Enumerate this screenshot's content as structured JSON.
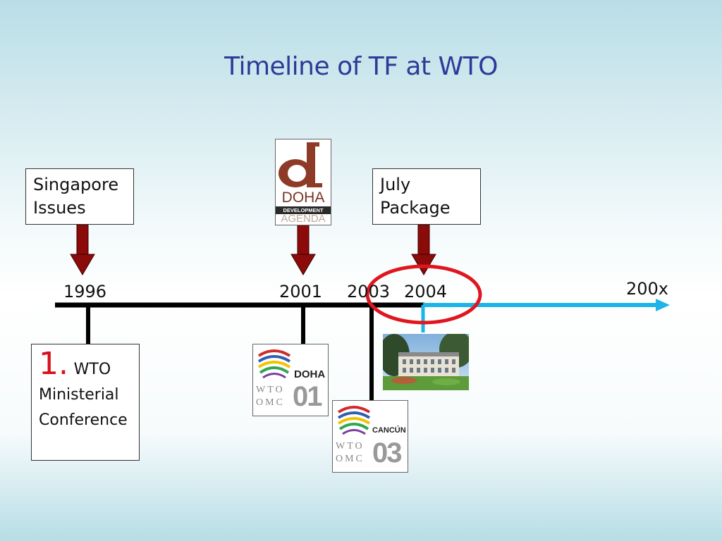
{
  "title": "Timeline of TF at WTO",
  "boxes": {
    "singapore": "Singapore Issues",
    "july": "July Package"
  },
  "years": {
    "y1996": "1996",
    "y2001": "2001",
    "y2003": "2003",
    "y2004": "2004",
    "y200x": "200x"
  },
  "conference": {
    "number": "1.",
    "text": "WTO Ministerial Conference"
  },
  "logos": {
    "doha_agenda": {
      "word": "DOHA",
      "band": "DEVELOPMENT",
      "sub": "AGENDA"
    },
    "doha01": {
      "wto": "WTO",
      "omc": "OMC",
      "event": "DOHA",
      "num": "01"
    },
    "cancun03": {
      "wto": "WTO",
      "omc": "OMC",
      "event": "CANCÚN",
      "num": "03"
    }
  },
  "colors": {
    "title": "#2e3a97",
    "arrow": "#8b0a0a",
    "timeline": "#000000",
    "future": "#1fb4e8",
    "highlight": "#e0161e",
    "conference_number": "#d8101c"
  },
  "icons": {
    "doha_agenda": "doha-development-agenda-logo",
    "doha01": "wto-doha-01-logo",
    "cancun03": "wto-cancun-03-logo",
    "photo": "wto-building-photo"
  }
}
